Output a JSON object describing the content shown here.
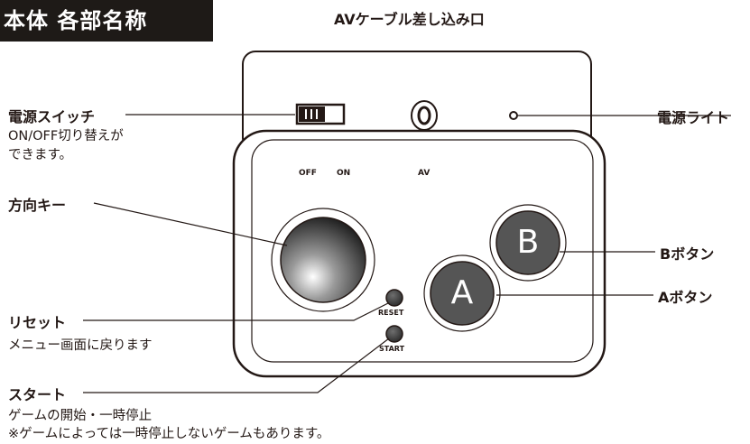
{
  "title": "本体 各部名称",
  "labels": {
    "av_port": "AVケーブル差し込み口",
    "power_switch": "電源スイッチ",
    "power_switch_desc1": "ON/OFF切り替えが",
    "power_switch_desc2": "できます。",
    "power_light": "電源ライト",
    "dpad": "方向キー",
    "b_button": "Bボタン",
    "a_button": "Aボタン",
    "reset": "リセット",
    "reset_desc": "メニュー画面に戻ります",
    "start": "スタート",
    "start_desc1": "ゲームの開始・一時停止",
    "start_desc2": "※ゲームによっては一時停止しないゲームもあります。"
  },
  "device": {
    "off": "OFF",
    "on": "ON",
    "av": "AV",
    "reset": "RESET",
    "start": "START",
    "a": "A",
    "b": "B"
  },
  "colors": {
    "ink": "#231815",
    "title_bg": "#1e1a17",
    "button_fill": "#555555"
  }
}
